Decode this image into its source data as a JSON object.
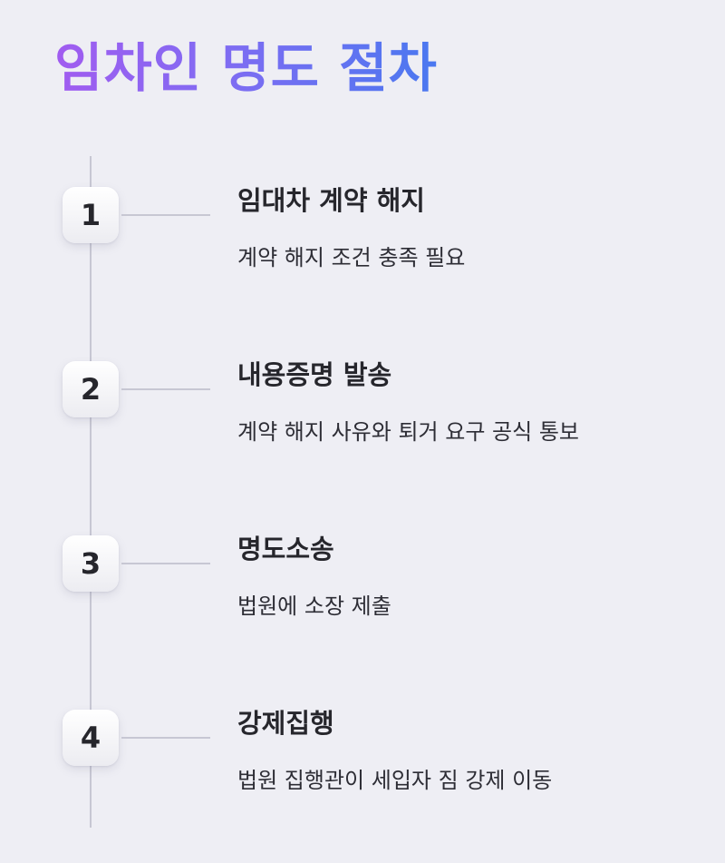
{
  "title": "임차인 명도 절차",
  "steps": [
    {
      "number": "1",
      "title": "임대차 계약 해지",
      "description": "계약 해지 조건 충족 필요"
    },
    {
      "number": "2",
      "title": "내용증명 발송",
      "description": "계약 해지 사유와 퇴거 요구 공식 통보"
    },
    {
      "number": "3",
      "title": "명도소송",
      "description": "법원에 소장 제출"
    },
    {
      "number": "4",
      "title": "강제집행",
      "description": "법원 집행관이 세입자 짐 강제 이동"
    }
  ]
}
